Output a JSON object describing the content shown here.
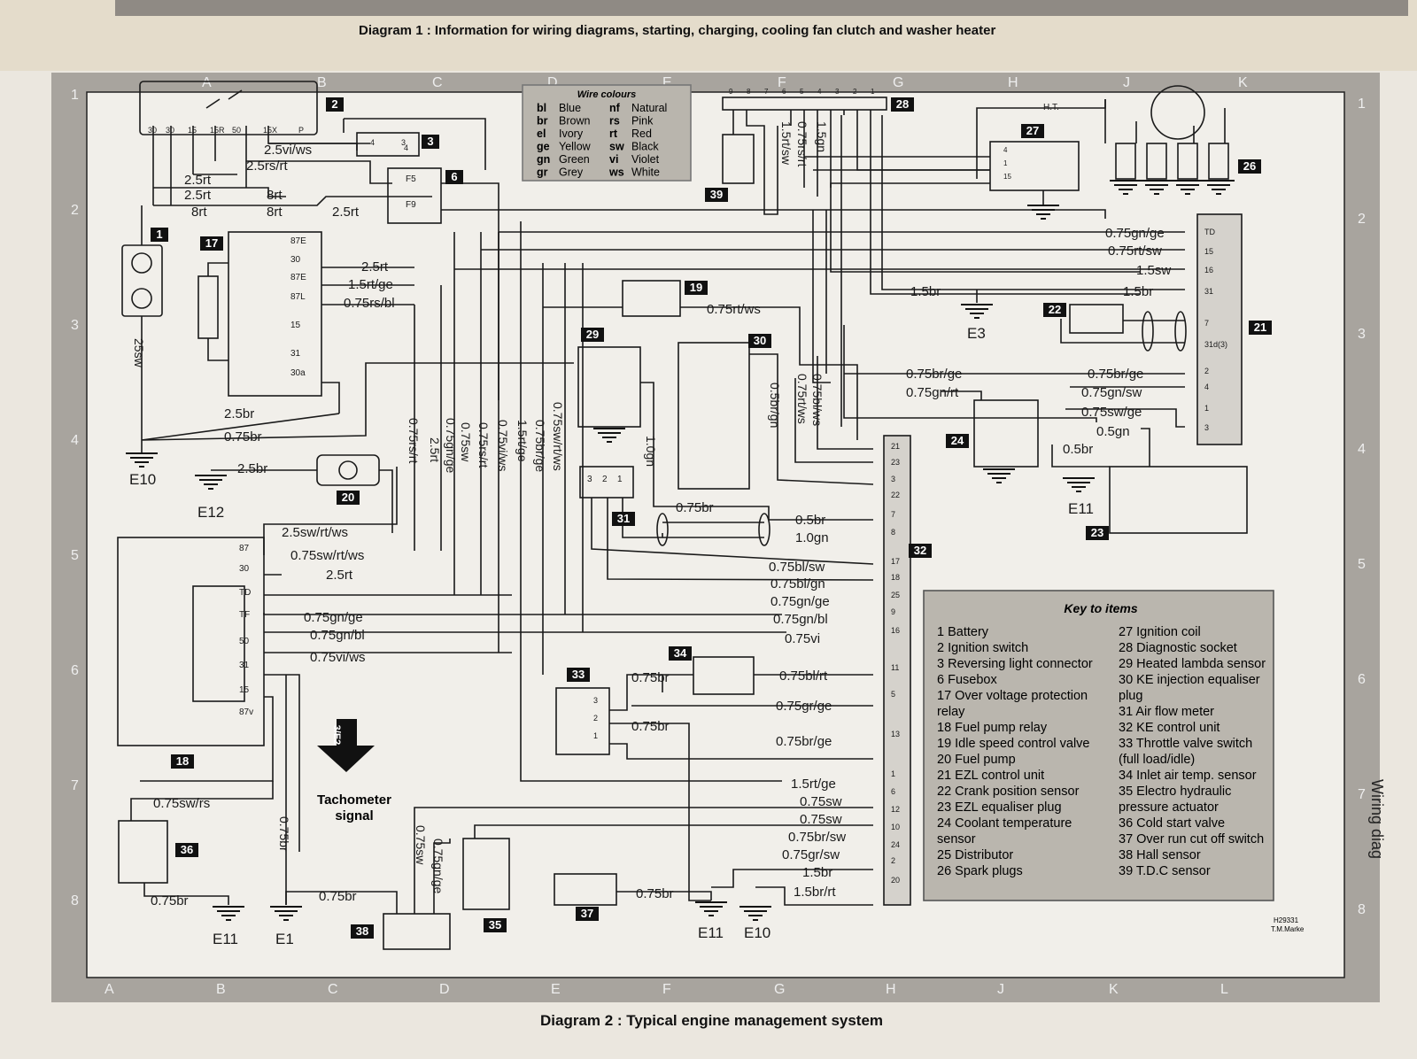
{
  "top_caption": "Diagram 1 : Information for wiring diagrams, starting, charging, cooling fan clutch and washer heater",
  "bottom_caption": "Diagram 2 : Typical engine management system",
  "side_text": "Wiring diag",
  "frame_letters_top": [
    "A",
    "B",
    "C",
    "D",
    "E",
    "F",
    "G",
    "H",
    "J",
    "K"
  ],
  "frame_letters_bottom": [
    "A",
    "B",
    "C",
    "D",
    "E",
    "F",
    "G",
    "H",
    "J",
    "K",
    "L"
  ],
  "frame_numbers": [
    "1",
    "2",
    "3",
    "4",
    "5",
    "6",
    "7",
    "8"
  ],
  "wire_colours_title": "Wire colours",
  "wire_colours": [
    {
      "code": "bl",
      "name": "Blue"
    },
    {
      "code": "br",
      "name": "Brown"
    },
    {
      "code": "el",
      "name": "Ivory"
    },
    {
      "code": "ge",
      "name": "Yellow"
    },
    {
      "code": "gn",
      "name": "Green"
    },
    {
      "code": "gr",
      "name": "Grey"
    },
    {
      "code": "nf",
      "name": "Natural"
    },
    {
      "code": "rs",
      "name": "Pink"
    },
    {
      "code": "rt",
      "name": "Red"
    },
    {
      "code": "sw",
      "name": "Black"
    },
    {
      "code": "vi",
      "name": "Violet"
    },
    {
      "code": "ws",
      "name": "White"
    }
  ],
  "key_title": "Key to items",
  "key_left": [
    "1  Battery",
    "2  Ignition switch",
    "3  Reversing light connector",
    "6  Fusebox",
    "17 Over voltage protection",
    "      relay",
    "18 Fuel pump relay",
    "19 Idle speed control valve",
    "20 Fuel pump",
    "21 EZL control unit",
    "22 Crank position sensor",
    "23 EZL equaliser plug",
    "24 Coolant temperature",
    "      sensor",
    "25 Distributor",
    "26 Spark plugs"
  ],
  "key_right": [
    "27 Ignition coil",
    "28 Diagnostic socket",
    "29 Heated lambda sensor",
    "30 KE injection equaliser",
    "      plug",
    "31 Air flow meter",
    "32 KE control unit",
    "33 Throttle valve switch",
    "      (full load/idle)",
    "34 Inlet air temp. sensor",
    "35 Electro hydraulic",
    "      pressure actuator",
    "36 Cold start valve",
    "37 Over run cut off switch",
    "38 Hall sensor",
    "39 T.D.C sensor"
  ],
  "ref_code": "H29331",
  "ref_author": "T.M.Marke",
  "component_numbers": {
    "c1": "1",
    "c2": "2",
    "c3": "3",
    "c6": "6",
    "c17": "17",
    "c18": "18",
    "c19": "19",
    "c20": "20",
    "c21": "21",
    "c22": "22",
    "c23": "23",
    "c24": "24",
    "c26": "26",
    "c27": "27",
    "c28": "28",
    "c29": "29",
    "c30": "30",
    "c31": "31",
    "c32": "32",
    "c33": "33",
    "c34": "34",
    "c35": "35",
    "c36": "36",
    "c37": "37",
    "c38": "38",
    "c39": "39"
  },
  "earths": {
    "e10a": "E10",
    "e12": "E12",
    "e3": "E3",
    "e11a": "E11",
    "e11b": "E11",
    "e1": "E1",
    "e11c": "E11",
    "e10b": "E10"
  },
  "ignition_terminals": [
    "30",
    "30",
    "15",
    "15R",
    "50",
    "15X",
    "P"
  ],
  "relay17_pins": [
    "87E",
    "30",
    "87E",
    "87L",
    "15",
    "31",
    "30a"
  ],
  "relay18_pins": [
    "87",
    "30",
    "TD",
    "TF",
    "50",
    "31",
    "15",
    "87v"
  ],
  "unit21_pins": [
    "TD",
    "15",
    "16",
    "31",
    "7",
    "31d(3)",
    "2",
    "4",
    "1",
    "3"
  ],
  "unit32_pins": [
    "21",
    "23",
    "3",
    "22",
    "7",
    "8",
    "17",
    "18",
    "25",
    "9",
    "16",
    "11",
    "5",
    "13",
    "1",
    "6",
    "12",
    "10",
    "24",
    "2",
    "20"
  ],
  "fuse_labels": [
    "F5",
    "F9"
  ],
  "conn3_pins": [
    "4",
    "3"
  ],
  "af_pins": [
    "3",
    "2",
    "1"
  ],
  "tv_pins": [
    "3",
    "2",
    "1"
  ],
  "coil_pins": [
    "4",
    "1",
    "15"
  ],
  "diag_pins": [
    "9",
    "8",
    "7",
    "6",
    "5",
    "4",
    "3",
    "2",
    "1"
  ],
  "ht_label": "H.T.",
  "tacho": {
    "ref": "3/E2",
    "label1": "Tachometer",
    "label2": "signal"
  },
  "wires": {
    "w1": "2.5vi/ws",
    "w2": "2.5rs/rt",
    "w3": "2.5rt",
    "w4": "2.5rt",
    "w5": "8rt",
    "w6": "8rt",
    "w7": "8rt",
    "w8": "2.5rt",
    "w9": "25sw",
    "w10": "2.5rt",
    "w11": "1.5rt/ge",
    "w12": "0.75rs/bl",
    "w13": "2.5br",
    "w14": "0.75br",
    "w15": "2.5br",
    "w16": "0.75rt/ws",
    "w17": "0.75rs/rt",
    "w18": "2.5rt",
    "w19": "0.75gn/ge",
    "w20": "0.75sw",
    "w21": "0.75rs/rt",
    "w22": "0.75vi/ws",
    "w23": "1.5rt/ge",
    "w24": "0.75br/ge",
    "w25": "0.75sw/rt/ws",
    "w26": "1.0gn",
    "w27": "0.5br/gn",
    "w28": "0.75rt/ws",
    "w29": "0.75bl/ws",
    "w30": "1.5rt/sw",
    "w31": "0.75rs/rt",
    "w32": "1.5gn",
    "w33": "0.75gn/ge",
    "w34": "0.75rt/sw",
    "w35": "1.5sw",
    "w36": "1.5br",
    "w37": "1.5br",
    "w38": "0.75br/ge",
    "w39": "0.75br/ge",
    "w40": "0.75gn/rt",
    "w41": "0.75gn/sw",
    "w42": "0.75sw/ge",
    "w43": "0.5gn",
    "w44": "0.5br",
    "w45": "2.5sw/rt/ws",
    "w46": "0.75sw/rt/ws",
    "w47": "2.5rt",
    "w48": "0.75gn/ge",
    "w49": "0.75gn/bl",
    "w50": "0.75vi/ws",
    "w51": "0.75br",
    "w52": "0.5br",
    "w53": "1.0gn",
    "w54": "0.75bl/sw",
    "w55": "0.75bl/gn",
    "w56": "0.75gn/ge",
    "w57": "0.75gn/bl",
    "w58": "0.75vi",
    "w59": "0.75br",
    "w60": "0.75bl/rt",
    "w61": "0.75gr/ge",
    "w62": "0.75br",
    "w63": "0.75br/ge",
    "w64": "1.5rt/ge",
    "w65": "0.75sw",
    "w66": "0.75sw",
    "w67": "0.75br/sw",
    "w68": "0.75gr/sw",
    "w69": "1.5br",
    "w70": "1.5br/rt",
    "w71": "0.75sw/rs",
    "w72": "0.75br",
    "w73": "0.75br",
    "w74": "0.75br",
    "w75": "0.75gn/ge",
    "w76": "0.75sw",
    "w77": "0.75br"
  }
}
